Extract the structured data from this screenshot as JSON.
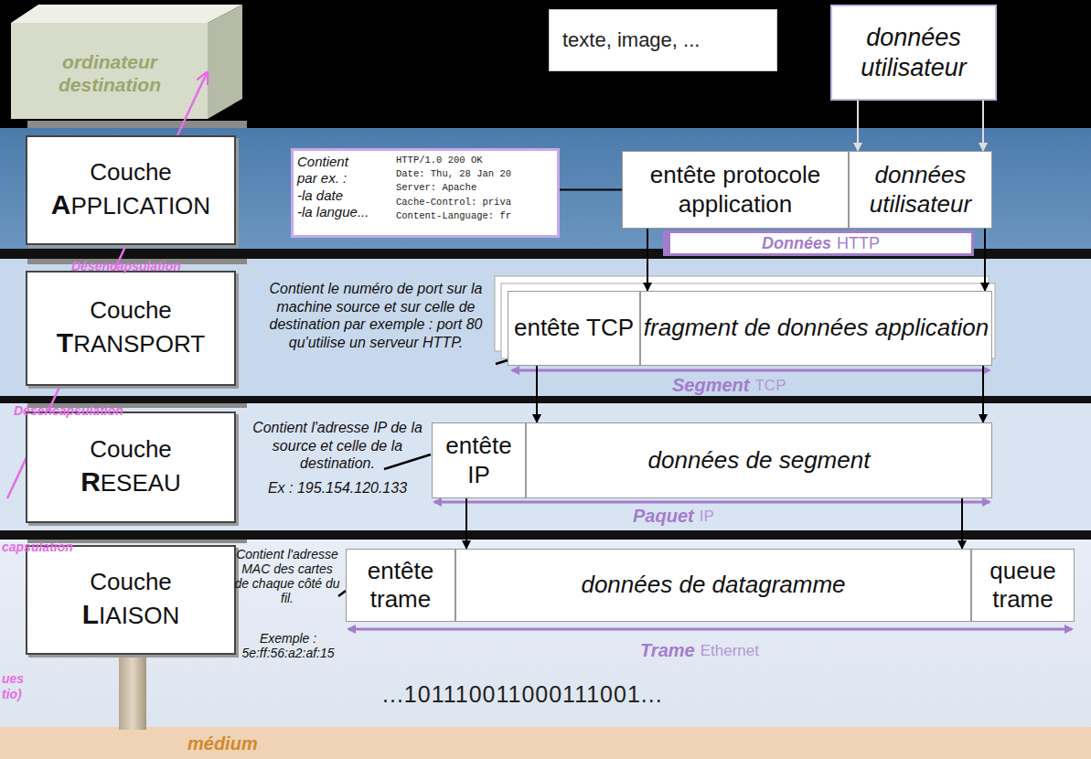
{
  "diagram": {
    "nodes": [
      {
        "text": [
          "ordinateur destination"
        ]
      },
      {
        "text": [
          "texte, image, ..."
        ]
      },
      {
        "text": [
          "données utilisateur"
        ]
      },
      {
        "text": [
          "Couche",
          "APPLICATION"
        ]
      },
      {
        "text": [
          "Contient",
          "par ex. :",
          "-la date",
          "-la langue...",
          "HTTP/1.0 200 OK",
          "Date: Thu, 28 Jan 20",
          "Server: Apache",
          "Cache-Control: priva",
          "Content-Language: fr"
        ]
      },
      {
        "text": [
          "entête protocole application"
        ]
      },
      {
        "text": [
          "données utilisateur"
        ]
      },
      {
        "text": [
          "Données",
          "HTTP"
        ]
      },
      {
        "text": [
          "Couche",
          "TRANSPORT"
        ]
      },
      {
        "text": [
          "entête TCP"
        ]
      },
      {
        "text": [
          "fragment de données application"
        ]
      },
      {
        "text": [
          "Couche",
          "RESEAU"
        ]
      },
      {
        "text": [
          "entête IP"
        ]
      },
      {
        "text": [
          "données de segment"
        ]
      },
      {
        "text": [
          "Couche",
          "LIAISON"
        ]
      },
      {
        "text": [
          "entête trame"
        ]
      },
      {
        "text": [
          "données de datagramme"
        ]
      },
      {
        "text": [
          "queue trame"
        ]
      }
    ],
    "edges": [
      {
        "from": 2,
        "to": 6,
        "arrow": "to"
      },
      {
        "from": 2,
        "to": 6,
        "arrow": "to"
      },
      {
        "from": 4,
        "to": 5,
        "arrow": "none"
      },
      {
        "from": 5,
        "to": 10,
        "arrow": "to"
      },
      {
        "from": 6,
        "to": 10,
        "arrow": "to"
      },
      {
        "from": 9,
        "to": 13,
        "arrow": "to"
      },
      {
        "from": 10,
        "to": 13,
        "arrow": "to"
      },
      {
        "from": 12,
        "to": 16,
        "arrow": "to"
      },
      {
        "from": 13,
        "to": 16,
        "arrow": "to"
      }
    ],
    "labels": [
      "Désencapsulation",
      "Désencapsulation",
      "capsulation",
      "ues",
      "tio)",
      "Contient le numéro de port sur la machine source et sur celle de destination par exemple : port 80 qu'utilise un serveur HTTP.",
      "Segment",
      "TCP",
      "Contient l'adresse IP de la source et celle de la destination.",
      "Ex : 195.154.120.133",
      "Paquet",
      "IP",
      "Contient l'adresse MAC des cartes de chaque côté du fil.",
      "Exemple : 5e:ff:56:a2:af:15",
      "Trame",
      "Ethernet",
      "...101110011000111001...",
      "médium"
    ]
  }
}
